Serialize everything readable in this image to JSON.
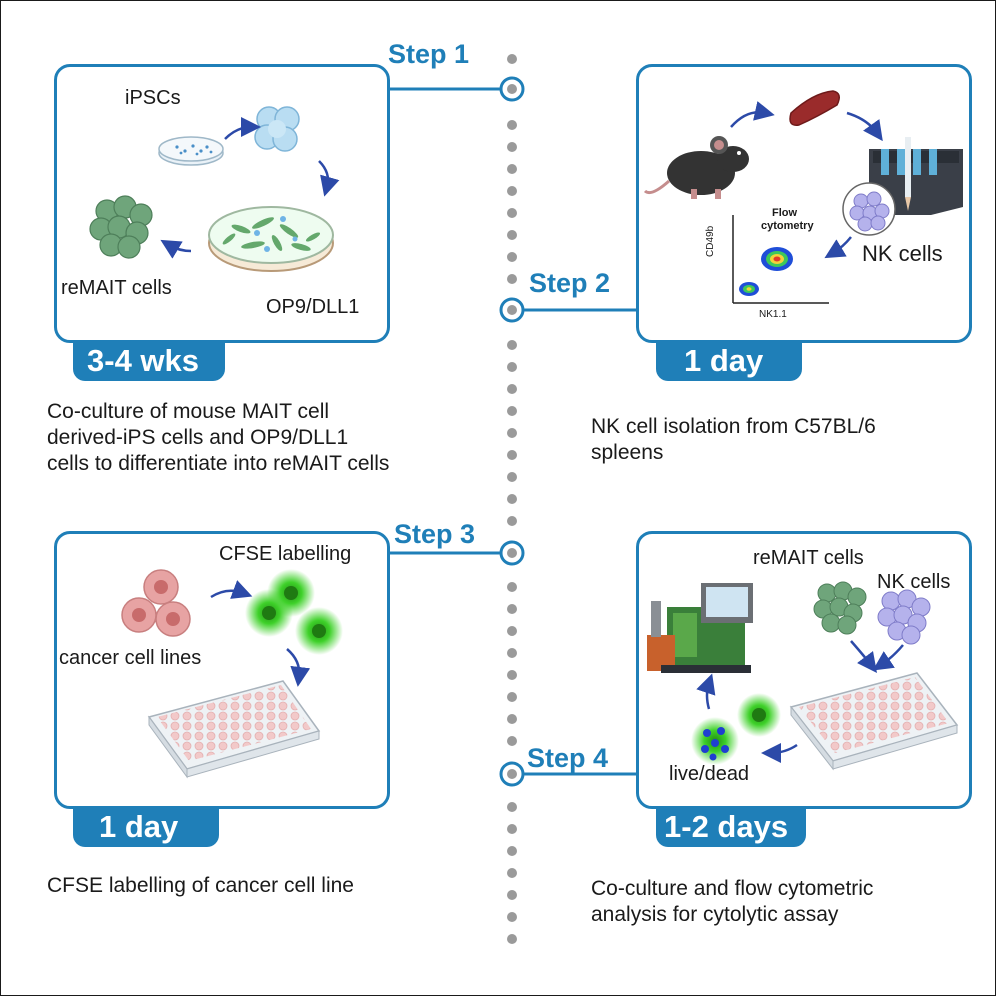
{
  "steps": {
    "s1": "Step 1",
    "s2": "Step 2",
    "s3": "Step 3",
    "s4": "Step 4"
  },
  "panel1": {
    "ipscs": "iPSCs",
    "remait": "reMAIT cells",
    "op9": "OP9/DLL1",
    "duration": "3-4 wks"
  },
  "panel2": {
    "flow_line1": "Flow",
    "flow_line2": "cytometry",
    "cd49b": "CD49b",
    "nk11": "NK1.1",
    "nk_cells": "NK cells",
    "duration": "1 day"
  },
  "panel3": {
    "cfse": "CFSE labelling",
    "cancer": "cancer cell lines",
    "duration": "1 day"
  },
  "panel4": {
    "remait": "reMAIT cells",
    "nk_cells": "NK cells",
    "live_dead": "live/dead",
    "duration": "1-2 days"
  },
  "descriptions": {
    "d1": [
      "Co-culture of mouse MAIT cell",
      "derived-iPS cells and OP9/DLL1",
      "cells to differentiate into reMAIT cells"
    ],
    "d2": [
      "NK cell isolation from C57BL/6",
      "spleens"
    ],
    "d3": [
      "CFSE labelling of cancer cell line"
    ],
    "d4": [
      "Co-culture and flow cytometric",
      "analysis for cytolytic assay"
    ]
  },
  "colors": {
    "accent": "#1f7fb8",
    "timeline_dot": "#9a9a9a",
    "remait_green": "#5a9a6a",
    "nk_purple": "#a9a6e6",
    "cfse_green": "#3fd12a",
    "cancer_pink": "#e7a3a3",
    "plate_pink": "#f2c4c4"
  }
}
